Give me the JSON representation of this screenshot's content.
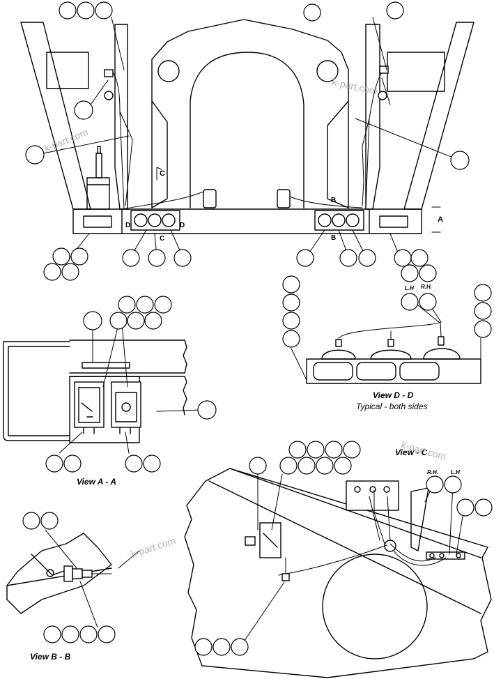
{
  "views": {
    "view_aa": "View A - A",
    "view_bb": "View B - B",
    "view_dd": "View D - D",
    "view_dd_sub": "Typical - both sides",
    "view_c": "View - C"
  },
  "side_labels": {
    "lh": "L.H",
    "rh": "R.H.",
    "rh_c": "R.H.",
    "lh_c": "L.H"
  },
  "section_letters": {
    "a": "A",
    "b": "B",
    "c": "C",
    "d": "D"
  },
  "watermark": "k-part.com"
}
